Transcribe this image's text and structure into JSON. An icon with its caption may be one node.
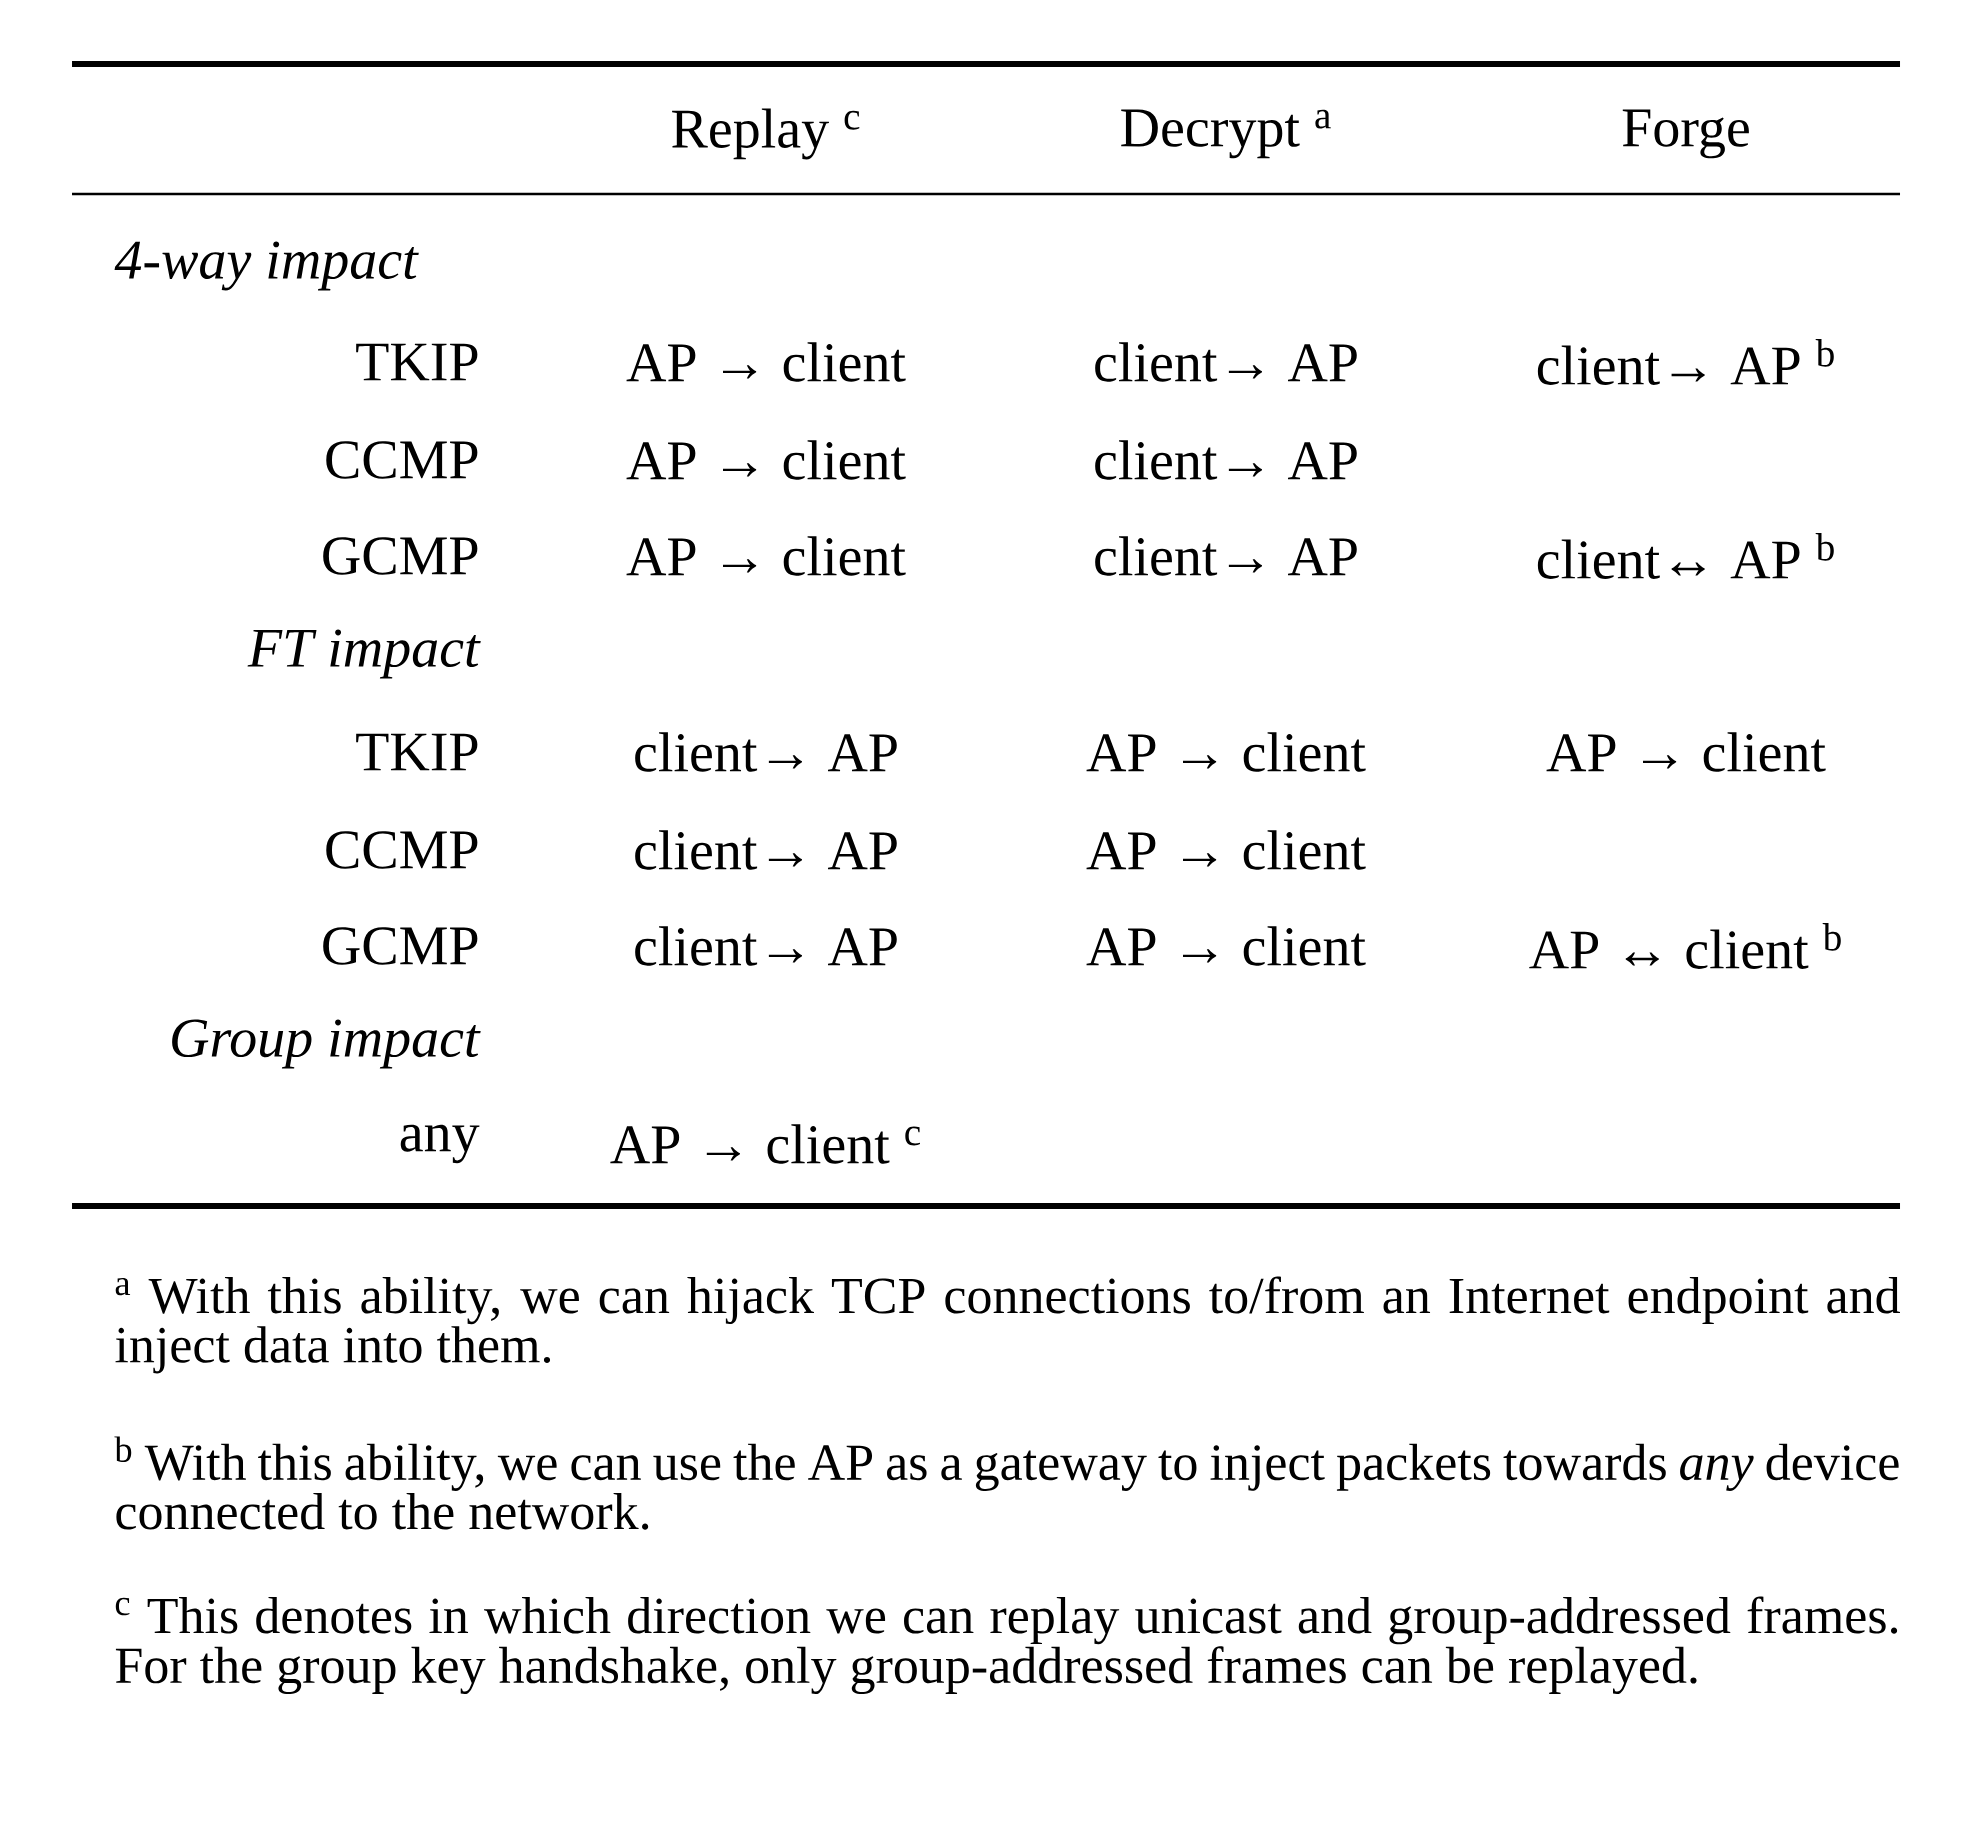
{
  "diagram": {
    "labels": [
      "Replay $^{c}$",
      "Decrypt $^{a}$",
      "Forge",
      "4-way impact",
      "TKIP",
      "AP → client",
      "client→ AP",
      "client→ AP $^{b}$",
      "CCMP",
      "AP → client",
      "client→ AP",
      "GCMP",
      "AP → client",
      "client→ AP",
      "client↔ AP $^{b}$",
      "FT impact",
      "TKIP",
      "client→ AP",
      "AP → client",
      "AP → client",
      "CCMP",
      "client→ AP",
      "AP → client",
      "GCMP",
      "client→ AP",
      "AP → client",
      "AP ↔ client $^{b}$",
      "Group impact",
      "any",
      "AP → client $^{c}$",
      "$^{a}$ With this ability, we can hijack TCP connections to/from an Internet endpoint and inject data into them.",
      "$^{b}$ With this ability, we can use the AP as a gateway to inject packets towards *any* device connected to the network.",
      "$^{c}$ This denotes in which direction we can replay unicast and group-addressed frames. For the group key handshake, only group-addressed frames can be replayed."
    ]
  }
}
